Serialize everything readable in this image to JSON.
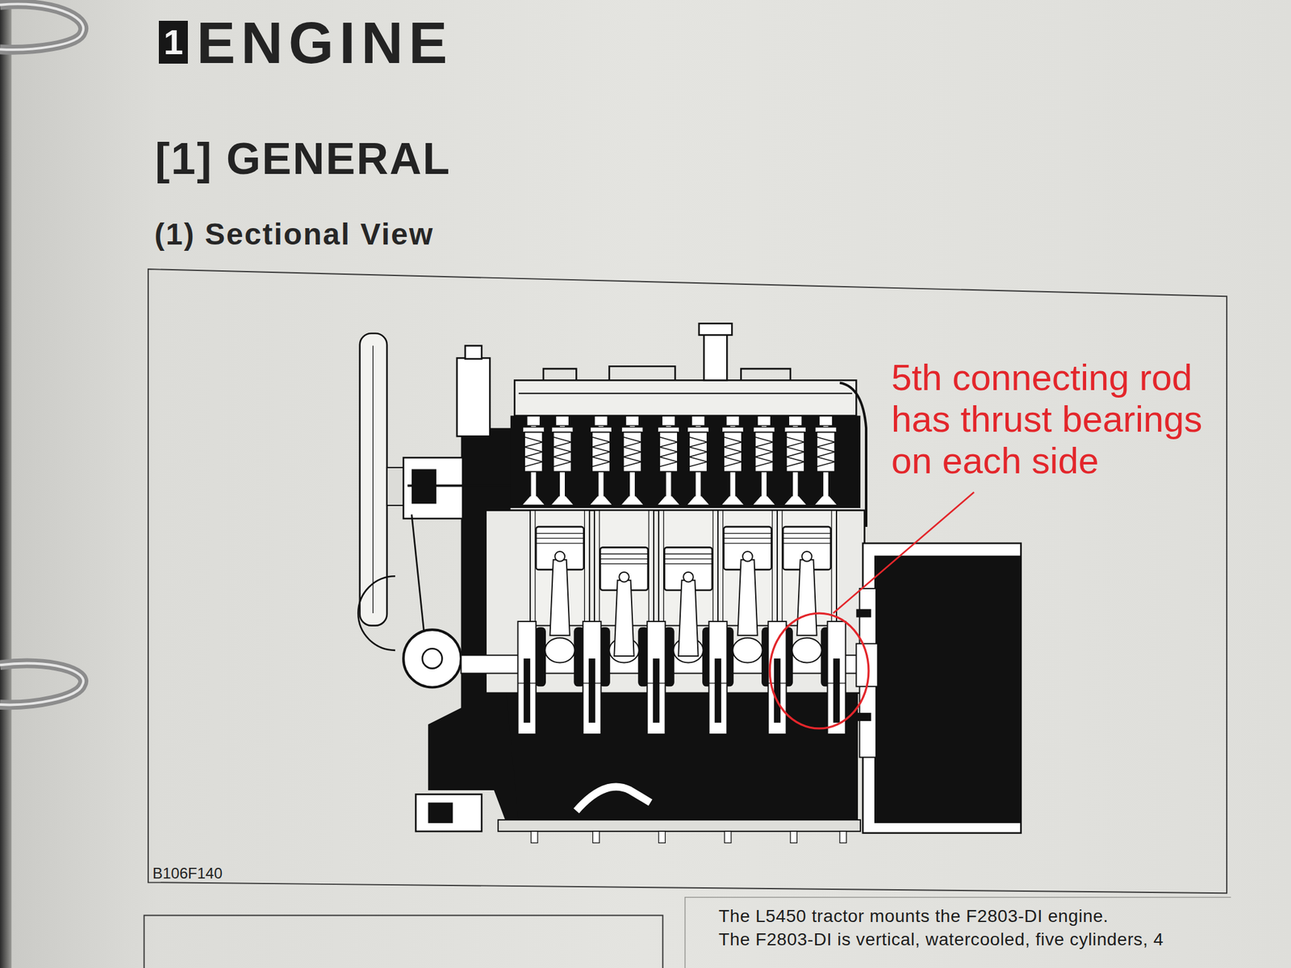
{
  "diagram": {
    "title": "ENGINE",
    "nodes": [
      {
        "text": [
          "1"
        ]
      }
    ],
    "labels": [
      "[1] GENERAL",
      "(1) Sectional View",
      "5th connecting rod has thrust bearings on each side",
      "B106F140",
      "The L5450 tractor mounts the F2803-DI engine.",
      "The F2803-DI is vertical, watercooled, five cylinders, 4"
    ]
  }
}
